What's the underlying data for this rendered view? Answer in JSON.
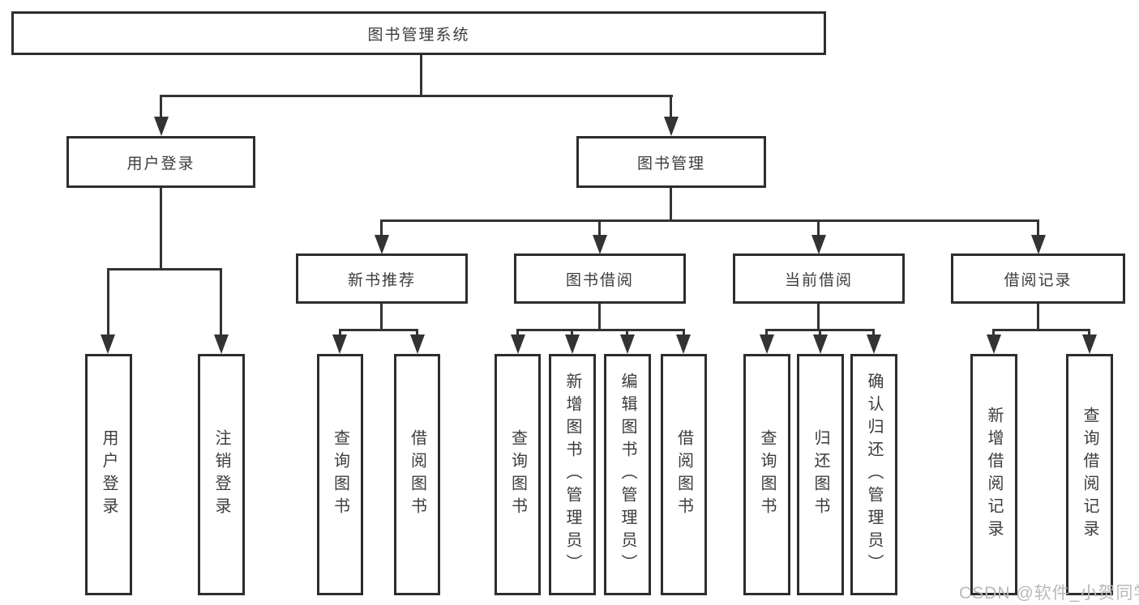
{
  "diagram": {
    "title": "图书管理系统",
    "kind": "functional-structure-tree"
  },
  "tree": {
    "root": "图书管理系统",
    "children": [
      {
        "label": "用户登录",
        "children": [
          "用户登录",
          "注销登录"
        ]
      },
      {
        "label": "图书管理",
        "children": [
          {
            "label": "新书推荐",
            "children": [
              "查询图书",
              "借阅图书"
            ]
          },
          {
            "label": "图书借阅",
            "children": [
              "查询图书",
              "新增图书（管理员）",
              "编辑图书（管理员）",
              "借阅图书"
            ]
          },
          {
            "label": "当前借阅",
            "children": [
              "查询图书",
              "归还图书",
              "确认归还（管理员）"
            ]
          },
          {
            "label": "借阅记录",
            "children": [
              "新增借阅记录",
              "查询借阅记录"
            ]
          }
        ]
      }
    ]
  },
  "watermark": {
    "text": "CSDN @软件_小贺同学"
  },
  "colors": {
    "line": "#333333",
    "box_border": "#2d2d2d",
    "box_fill": "#ffffff",
    "text": "#3c3c3c",
    "watermark": "#b9b9b9",
    "background": "#ffffff"
  }
}
